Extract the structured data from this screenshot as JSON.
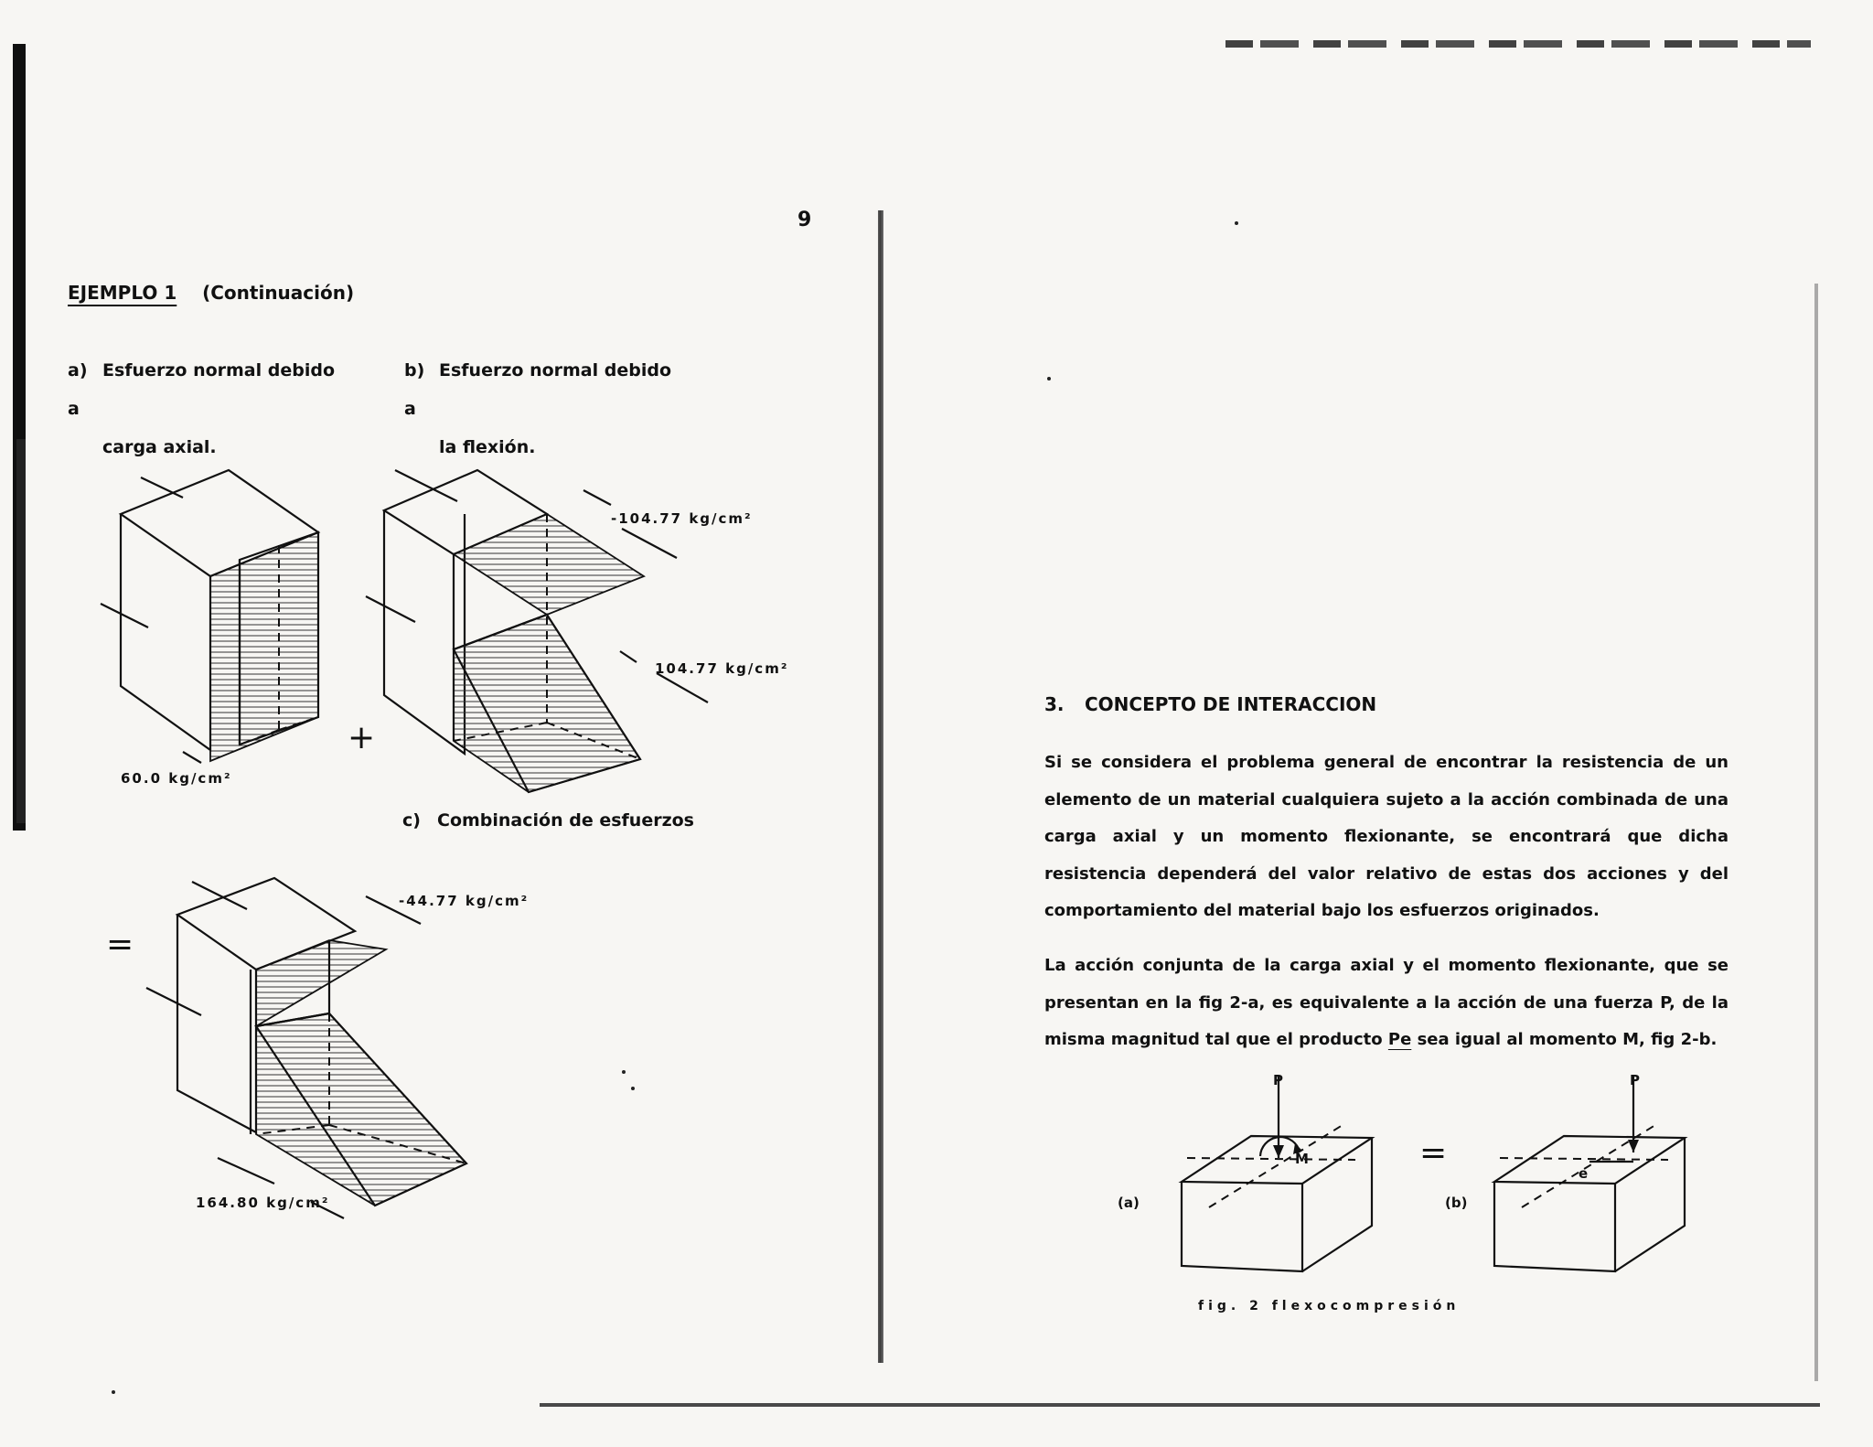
{
  "left_page": {
    "page_number": "9",
    "example_title": "EJEMPLO 1",
    "example_subtitle": "(Continuación)",
    "caption_a": {
      "label": "a)",
      "line1": "Esfuerzo normal debido a",
      "line2": "carga axial."
    },
    "caption_b": {
      "label": "b)",
      "line1": "Esfuerzo normal debido a",
      "line2": "la flexión."
    },
    "caption_c": {
      "label": "c)",
      "text": "Combinación de esfuerzos"
    },
    "stress_a": "60.0 kg/cm²",
    "stress_b_top": "-104.77  kg/cm²",
    "stress_b_bottom": "104.77 kg/cm²",
    "stress_c_top": "-44.77  kg/cm²",
    "stress_c_bottom": "164.80  kg/cm²",
    "op_plus": "+",
    "op_equals": "="
  },
  "right_page": {
    "section_number": "3.",
    "section_title": "CONCEPTO DE INTERACCION",
    "para1": "Si se considera el problema general de encontrar la resistencia de un elemento de un material cualquiera sujeto a la acción combinada de una carga axial y un momento flexionante, se encontrará que dicha resistencia dependerá del valor relativo de estas dos acciones y del comportamiento del material bajo los esfuerzos originados.",
    "para2_before": "La acción conjunta de la carga axial y el momento flexionante, que se presentan en la fig 2-a, es equivalente a la acción de una fuerza P, de la misma magnitud tal que el producto ",
    "para2_underlined": "Pe",
    "para2_after": " sea igual al momento M, fig 2-b.",
    "fig_label_a": "(a)",
    "fig_label_b": "(b)",
    "force_label": "P",
    "moment_label": "M",
    "eccentricity_label": "e",
    "equals": "=",
    "figure_caption": "fig. 2  flexocompresión"
  }
}
